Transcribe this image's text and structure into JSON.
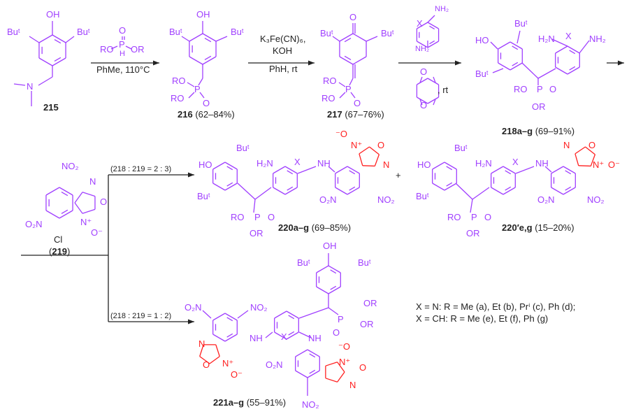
{
  "compounds": {
    "c215": {
      "id": "215"
    },
    "c216": {
      "id": "216",
      "yield": " (62–84%)"
    },
    "c217": {
      "id": "217",
      "yield": " (67–76%)"
    },
    "c218": {
      "id": "218a–g",
      "yield": " (69–91%)"
    },
    "c219": {
      "open": "(",
      "id": "219",
      "close": ")"
    },
    "c220": {
      "id": "220a–g",
      "yield": " (69–85%)"
    },
    "c220p": {
      "id": "220′e,g",
      "yield": " (15–20%)"
    },
    "c221": {
      "id": "221a–g",
      "yield": " (55–91%)"
    }
  },
  "conditions": {
    "step1": "PhMe, 110°C",
    "step2_a": "K₃Fe(CN)₆,",
    "step2_b": "KOH",
    "step2_c": "PhH, rt",
    "step3": ", rt",
    "branch_top": "(218 : 219 = 2 : 3)",
    "branch_bottom": "(218 : 219 = 1 : 2)",
    "plus": "+"
  },
  "atoms": {
    "OH": "OH",
    "HO": "HO",
    "O": "O",
    "But": "Buᵗ",
    "N": "N",
    "P": "P",
    "H": "H",
    "RO": "RO",
    "OR": "OR",
    "RO_": "RO",
    "X": "X",
    "NH2": "NH₂",
    "H2N": "H₂N",
    "NO2": "NO₂",
    "O2N": "O₂N",
    "Cl": "Cl",
    "NH": "NH",
    "Nplus": "N⁺",
    "Ominus": "O⁻",
    "Ominus2": "⁻O"
  },
  "legend": {
    "line1": "X = N: R = Me (a), Et (b), Prⁱ (c), Ph (d);",
    "line2": "X = CH: R = Me (e), Et (f), Ph (g)"
  },
  "colors": {
    "structure": "#a040ff",
    "furoxan": "#ff1f1f",
    "text": "#222222"
  }
}
